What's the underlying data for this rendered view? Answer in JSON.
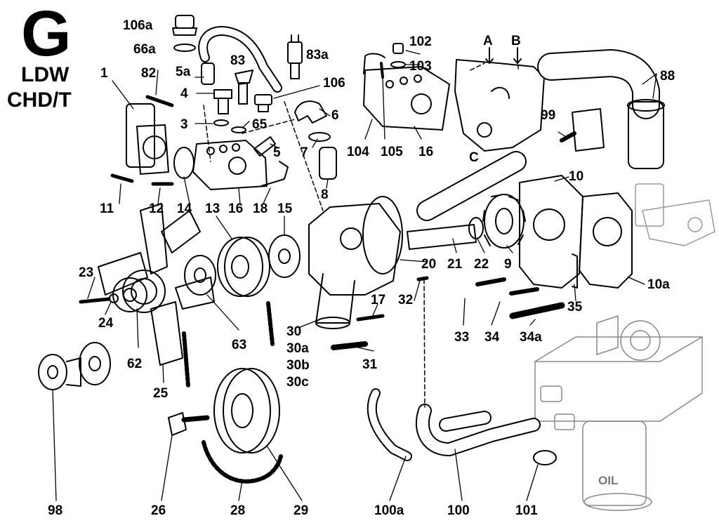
{
  "header": {
    "group_letter": "G",
    "engine_model": "LDW",
    "engine_variant": "CHD/T"
  },
  "markers": {
    "a": "A",
    "b": "B",
    "c": "C"
  },
  "oil_text": "OIL",
  "callouts": [
    "106a",
    "66a",
    "1",
    "82",
    "5a",
    "83",
    "83a",
    "4",
    "3",
    "65",
    "106",
    "6",
    "7",
    "5",
    "102",
    "103",
    "104",
    "105",
    "16",
    "88",
    "99",
    "8",
    "10",
    "11",
    "12",
    "14",
    "13",
    "16",
    "18",
    "15",
    "9",
    "22",
    "21",
    "20",
    "10a",
    "23",
    "24",
    "32",
    "17",
    "35",
    "33",
    "34",
    "34a",
    "62",
    "63",
    "30",
    "30a",
    "30b",
    "30c",
    "31",
    "25",
    "98",
    "26",
    "28",
    "29",
    "100a",
    "100",
    "101"
  ]
}
